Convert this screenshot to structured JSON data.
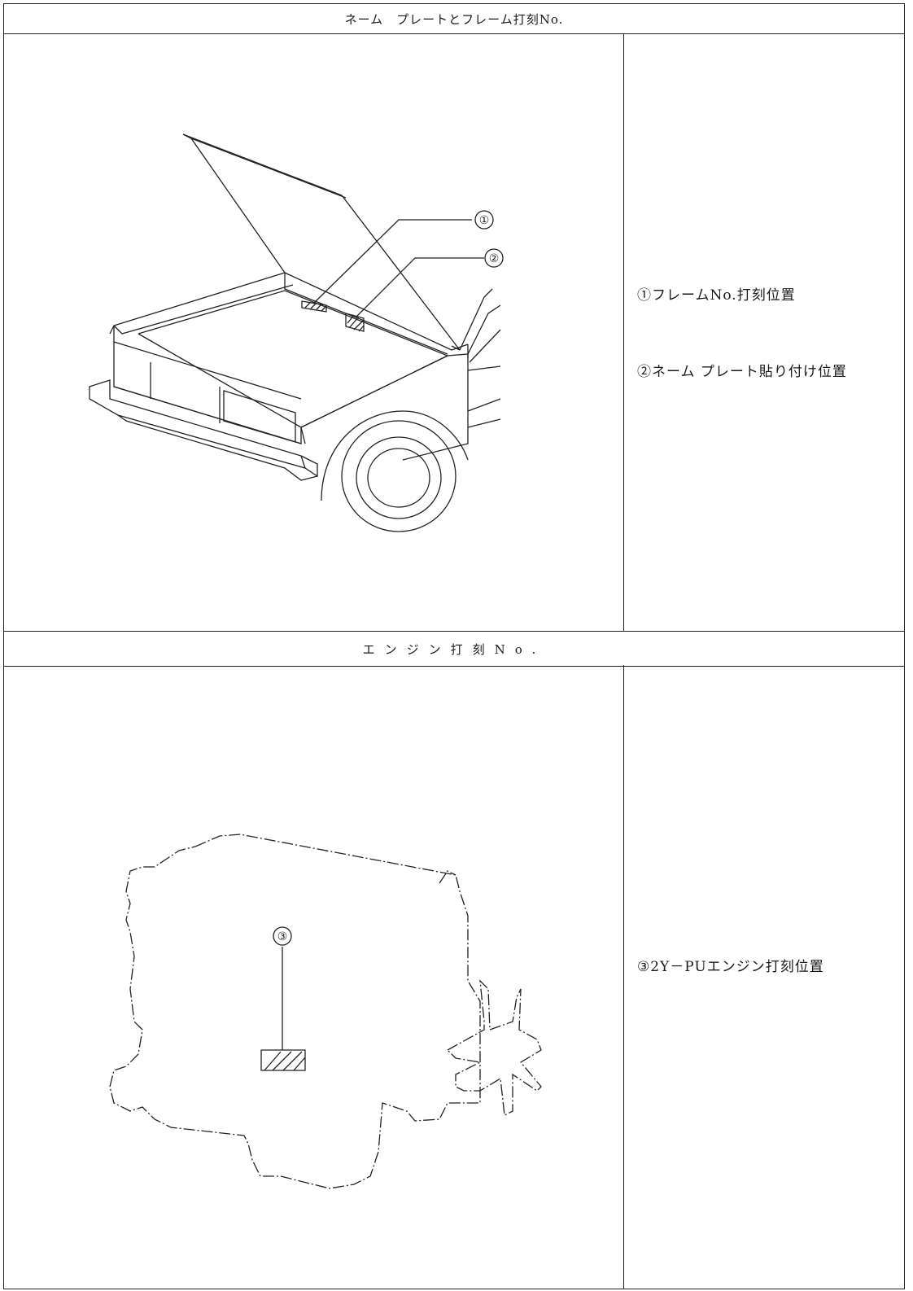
{
  "section1": {
    "title": "ネーム　プレートとフレーム打刻No.",
    "captions": [
      "①フレームNo.打刻位置",
      "②ネーム プレート貼り付け位置"
    ],
    "callouts": [
      "①",
      "②"
    ]
  },
  "section2": {
    "title": "エンジン打刻No.",
    "captions": [
      "③2Y－PUエンジン打刻位置"
    ],
    "callouts": [
      "③"
    ]
  }
}
